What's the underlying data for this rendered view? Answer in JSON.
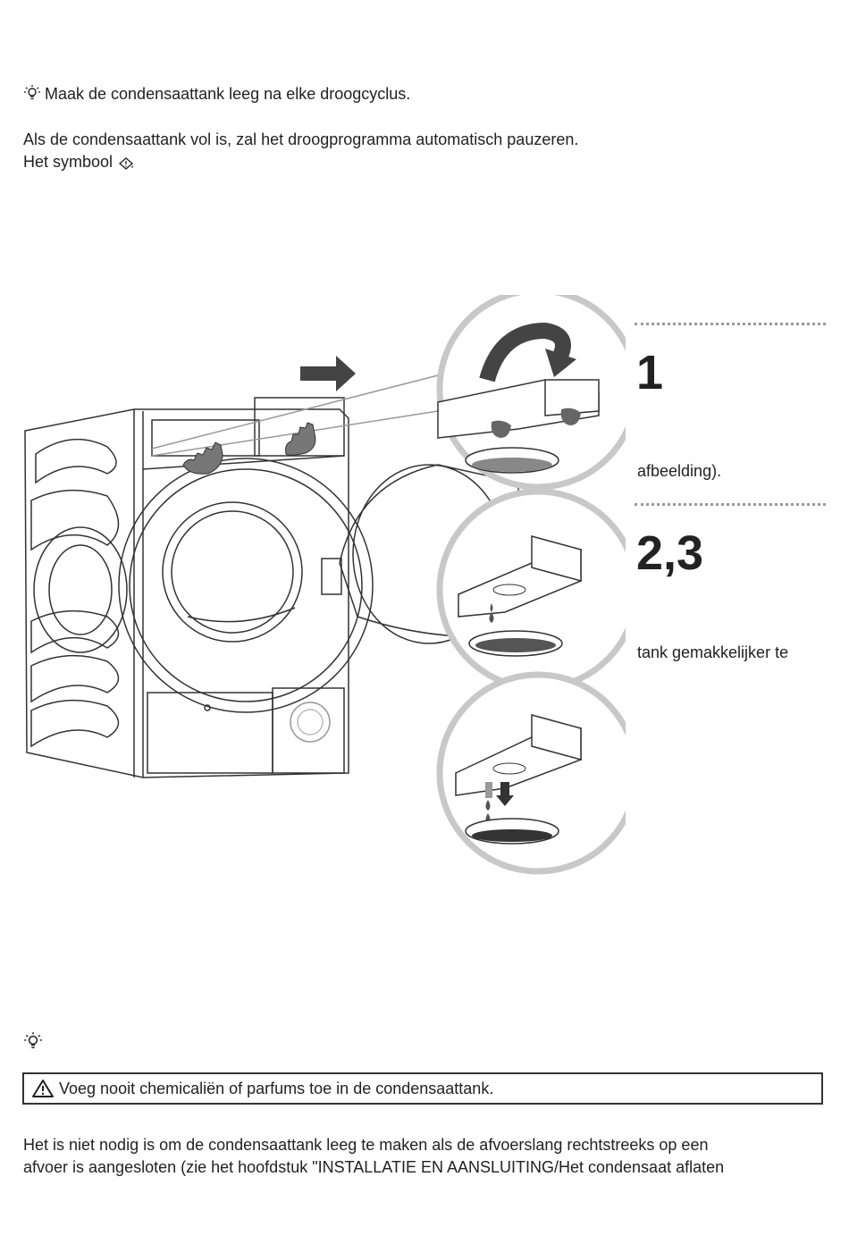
{
  "tip_top": "Maak de condensaattank leeg na elke droogcyclus.",
  "para_line1": "Als de condensaattank vol is, zal het droogprogramma automatisch pauzeren.",
  "para_line2": "Het symbool",
  "step1_number": "1",
  "step1_text": "afbeelding).",
  "step23_number": "2,3",
  "step23_text": "tank gemakkelijker te",
  "warning": "Voeg nooit chemicaliën of parfums toe in de condensaattank.",
  "bottom_line1": "Het is niet nodig is om de condensaattank leeg te maken als de afvoerslang rechtstreeks op een",
  "bottom_line2": "afvoer is aangesloten (zie het hoofdstuk \"INSTALLATIE EN AANSLUITING/Het condensaat aflaten",
  "icons": [
    "lightbulb-icon",
    "tank-full-icon",
    "warning-triangle-icon"
  ]
}
